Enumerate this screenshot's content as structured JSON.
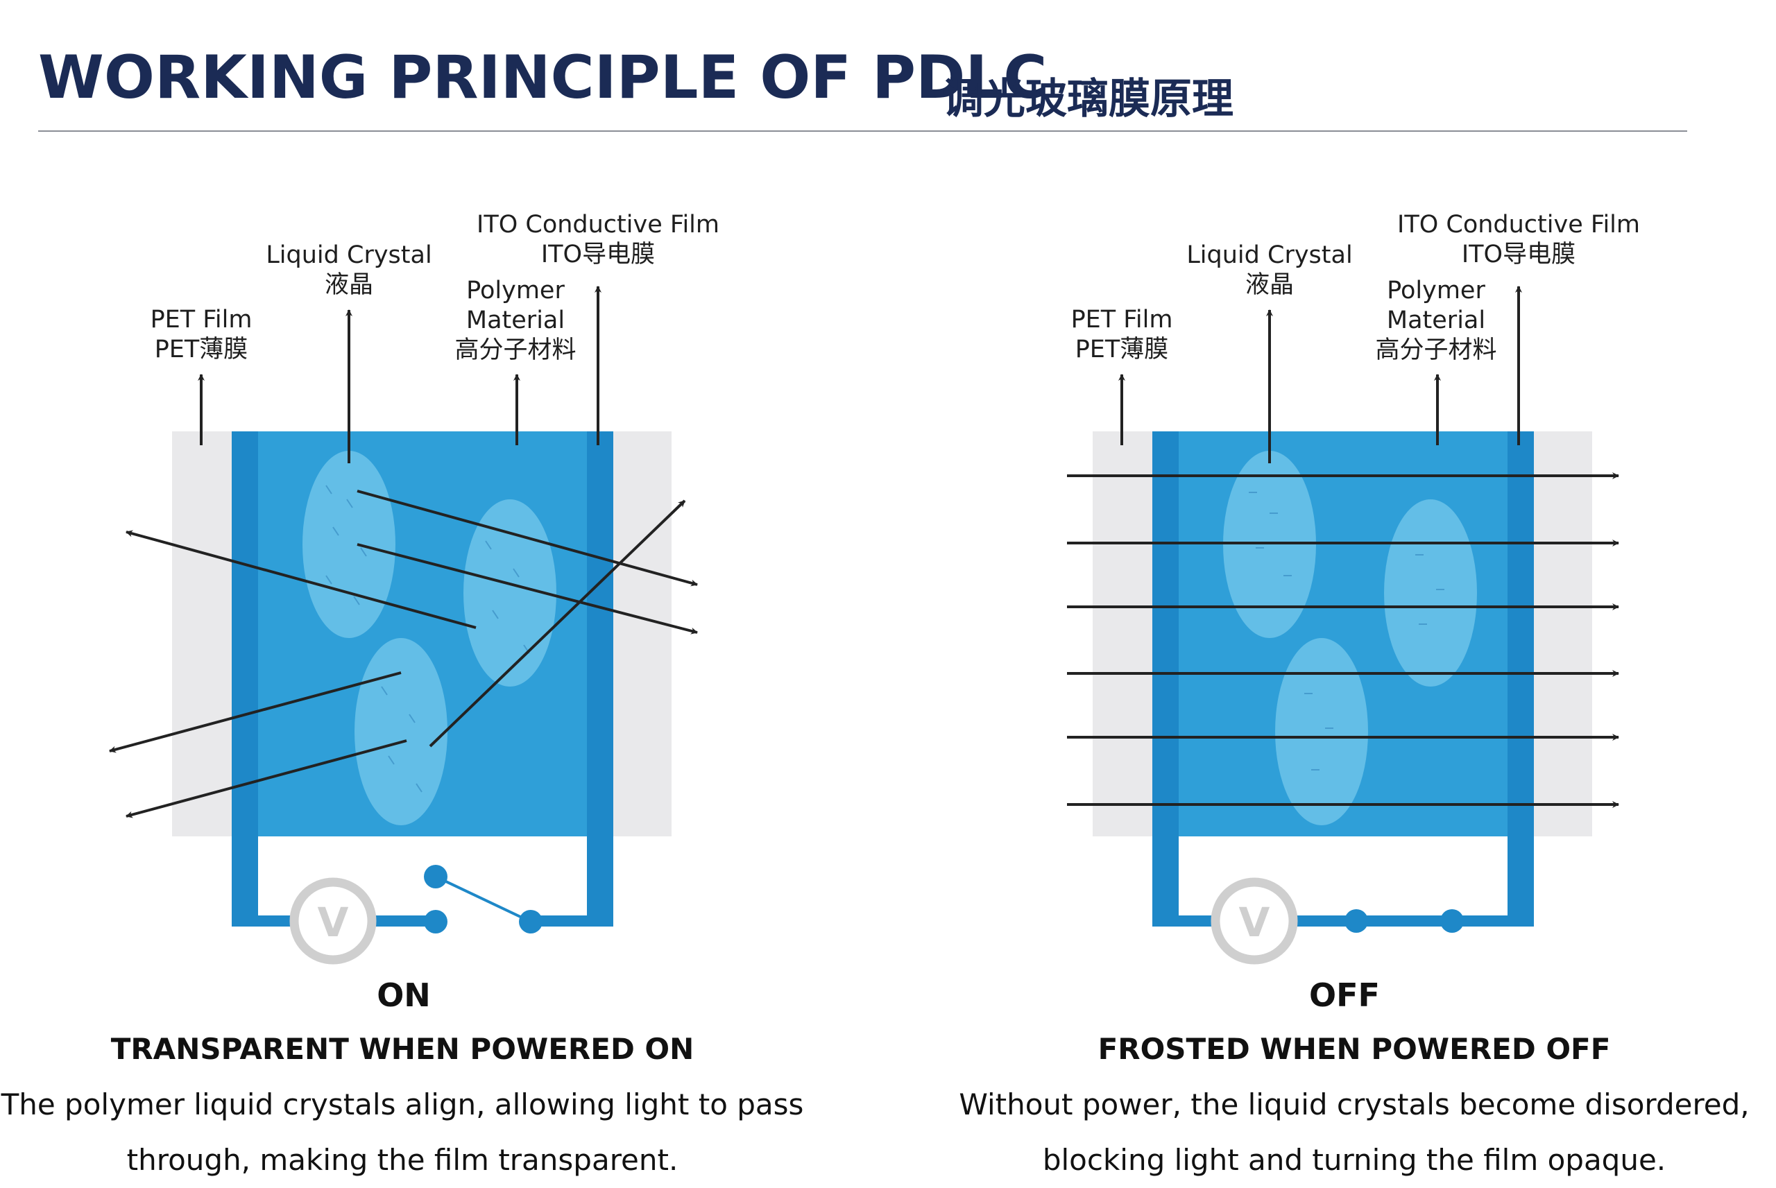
{
  "header": {
    "title_en": "WORKING PRINCIPLE OF PDLC",
    "title_cn": "调光玻璃膜原理"
  },
  "labels": {
    "pet_film_en": "PET Film",
    "pet_film_cn": "PET薄膜",
    "liquid_crystal_en": "Liquid Crystal",
    "liquid_crystal_cn": "液晶",
    "polymer_en": "Polymer",
    "material_en": "Material",
    "polymer_cn": "高分子材料",
    "ito_en": "ITO Conductive Film",
    "ito_cn": "ITO导电膜"
  },
  "panels": {
    "on": {
      "state": "ON",
      "heading": "TRANSPARENT WHEN POWERED ON",
      "text_line1": "The polymer liquid crystals align, allowing light to pass",
      "text_line2": "through, making the film transparent."
    },
    "off": {
      "state": "OFF",
      "heading": "FROSTED WHEN POWERED OFF",
      "text_line1": "Without power, the liquid crystals become disordered,",
      "text_line2": "blocking light and turning the film opaque."
    }
  },
  "voltmeter_symbol": "V",
  "colors": {
    "title": "#1b2b55",
    "film_blue": "#2f9fd8",
    "electrode_blue": "#1e88c8",
    "crystal": "#6cc3ea",
    "pet_gray": "#e9e9eb",
    "arrow": "#222222",
    "voltmeter_gray": "#cfcfcf"
  }
}
